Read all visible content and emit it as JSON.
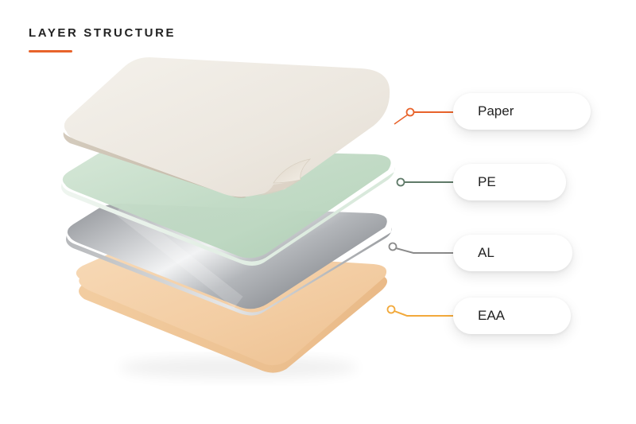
{
  "header": {
    "title": "LAYER STRUCTURE",
    "accent_color": "#e8632b"
  },
  "layers": [
    {
      "label": "Paper",
      "material": "paper",
      "connector_color": "#e8632b"
    },
    {
      "label": "PE",
      "material": "pe",
      "connector_color": "#5f7a68"
    },
    {
      "label": "AL",
      "material": "aluminium",
      "connector_color": "#8a8a8a"
    },
    {
      "label": "EAA",
      "material": "eaa",
      "connector_color": "#f2a93b"
    }
  ]
}
